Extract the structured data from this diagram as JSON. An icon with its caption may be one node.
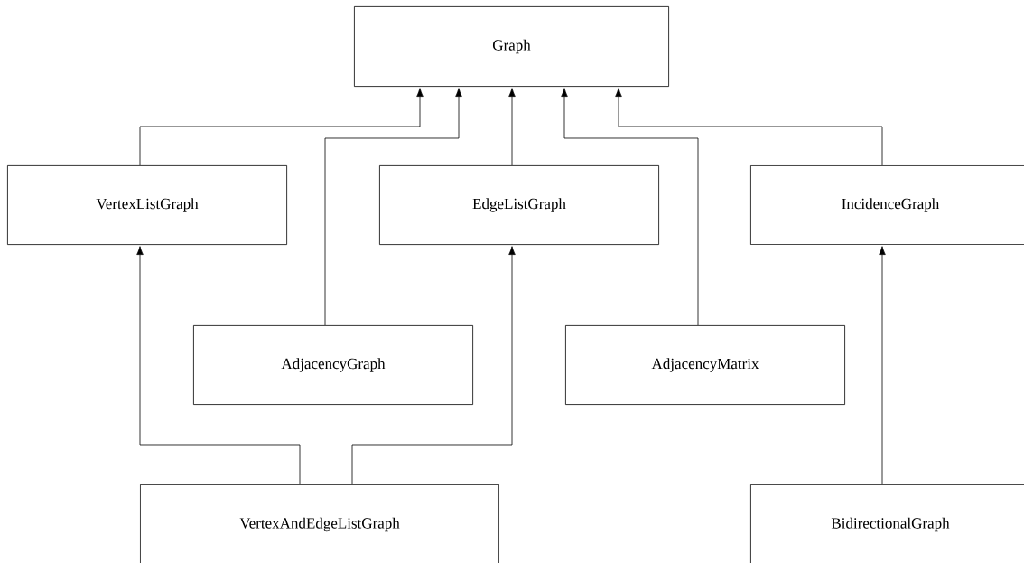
{
  "diagram": {
    "nodes": [
      {
        "text": [
          "Graph"
        ]
      },
      {
        "text": [
          "VertexListGraph"
        ]
      },
      {
        "text": [
          "EdgeListGraph"
        ]
      },
      {
        "text": [
          "IncidenceGraph"
        ]
      },
      {
        "text": [
          "AdjacencyGraph"
        ]
      },
      {
        "text": [
          "AdjacencyMatrix"
        ]
      },
      {
        "text": [
          "VertexAndEdgeListGraph"
        ]
      },
      {
        "text": [
          "BidirectionalGraph"
        ]
      }
    ],
    "edges": [
      {
        "from": 1,
        "to": 0,
        "arrow": "to"
      },
      {
        "from": 4,
        "to": 0,
        "arrow": "to"
      },
      {
        "from": 2,
        "to": 0,
        "arrow": "to"
      },
      {
        "from": 5,
        "to": 0,
        "arrow": "to"
      },
      {
        "from": 3,
        "to": 0,
        "arrow": "to"
      },
      {
        "from": 6,
        "to": 1,
        "arrow": "to"
      },
      {
        "from": 6,
        "to": 2,
        "arrow": "to"
      },
      {
        "from": 7,
        "to": 3,
        "arrow": "to"
      }
    ]
  }
}
